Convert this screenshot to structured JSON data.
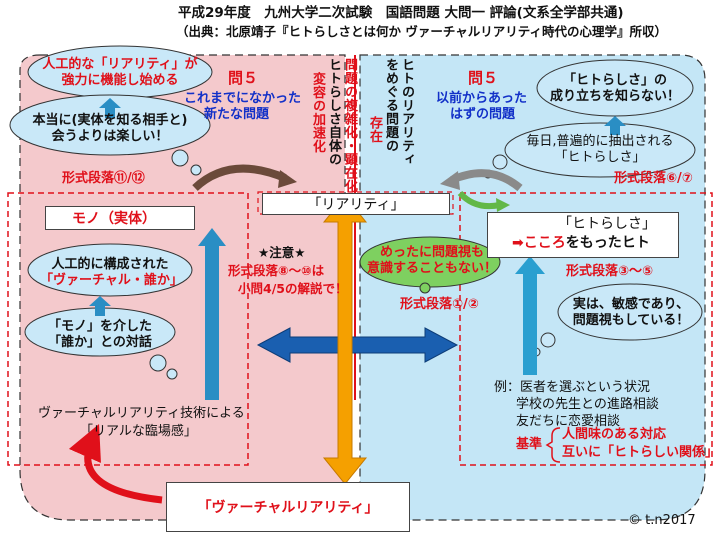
{
  "header": {
    "title": "平成29年度　九州大学二次試験　国語問題 大問一 評論(文系全学部共通)",
    "subtitle": "（出典：北原靖子『ヒトらしさとは何か ヴァーチャルリアリティ時代の心理学』所収）"
  },
  "left": {
    "cloud_top": {
      "line1": "人工的な「リアリティ」が",
      "line2": "強力に機能し始める"
    },
    "cloud_bottom": {
      "line1": "本当に(実体を知る相手と)",
      "line2": "会うよりは楽しい！"
    },
    "q5_label": "問５",
    "q5_desc": {
      "line1": "これまでになかった",
      "line2": "新たな問題"
    },
    "para_11_12": "形式段落⑪/⑫",
    "mono_box": "モノ（実体）",
    "cloud_artificial": {
      "line1": "人工的に構成された",
      "line2": "「ヴァーチャル・誰か」"
    },
    "cloud_dialog": {
      "line1": "「モノ」を介した",
      "line2": "「誰か」との対話"
    },
    "vr_tech": {
      "line1": "ヴァーチャルリアリティ技術による",
      "line2": "「リアルな臨場感」"
    },
    "vr_box": "「ヴァーチャルリアリティ」"
  },
  "center": {
    "vertical_left": {
      "col1": "問題の複雑化・顕在化",
      "col2": "ヒトらしさ自体の",
      "col3": "変容の加速化"
    },
    "vertical_right": {
      "col1": "ヒトのリアリティ",
      "col2": "をめぐる問題の",
      "col3": "存在"
    },
    "reality_box": "「リアリティ」",
    "notice": {
      "title": "★注意★",
      "line1": "形式段落⑧〜⑩は",
      "line2": "小問4/5の解説で！"
    },
    "green_cloud": {
      "line1": "めったに問題視も",
      "line2": "意識することもない！"
    },
    "para_1_2": "形式段落①/②"
  },
  "right": {
    "q5_label": "問５",
    "q5_desc": {
      "line1": "以前からあった",
      "line2": "はずの問題"
    },
    "cloud_top": {
      "line1": "「ヒトらしさ」の",
      "line2": "成り立ちを知らない！"
    },
    "cloud_bottom": {
      "line1": "毎日,普遍的に抽出される",
      "line2": "「ヒトらしさ」"
    },
    "para_6_7": "形式段落⑥/⑦",
    "hito_box": {
      "line1": "「ヒトらしさ」",
      "line2_arrow": "➡",
      "line2_red": "こころ",
      "line2_rest": "をもったヒト"
    },
    "para_3_5": "形式段落③〜⑤",
    "cloud_sensitive": {
      "line1": "実は、敏感であり、",
      "line2": "問題視もしている！"
    },
    "examples": {
      "line1": "例：医者を選ぶという状況",
      "line2": "学校の先生との進路相談",
      "line3": "友だちに恋愛相談"
    },
    "criteria_label": "基準",
    "criteria": {
      "line1": "人間味のある対応",
      "line2": "互いに「ヒトらしい関係」"
    }
  },
  "footer": {
    "copyright": "© t.n2017"
  },
  "colors": {
    "left_bg": "#f4c9cc",
    "right_bg": "#c4e6f6",
    "orange": "#f5a000",
    "accent_red": "#e0101a",
    "accent_blue": "#1230c8",
    "cloud_blue": "#c9e8f8",
    "cloud_green": "#7ed060"
  }
}
